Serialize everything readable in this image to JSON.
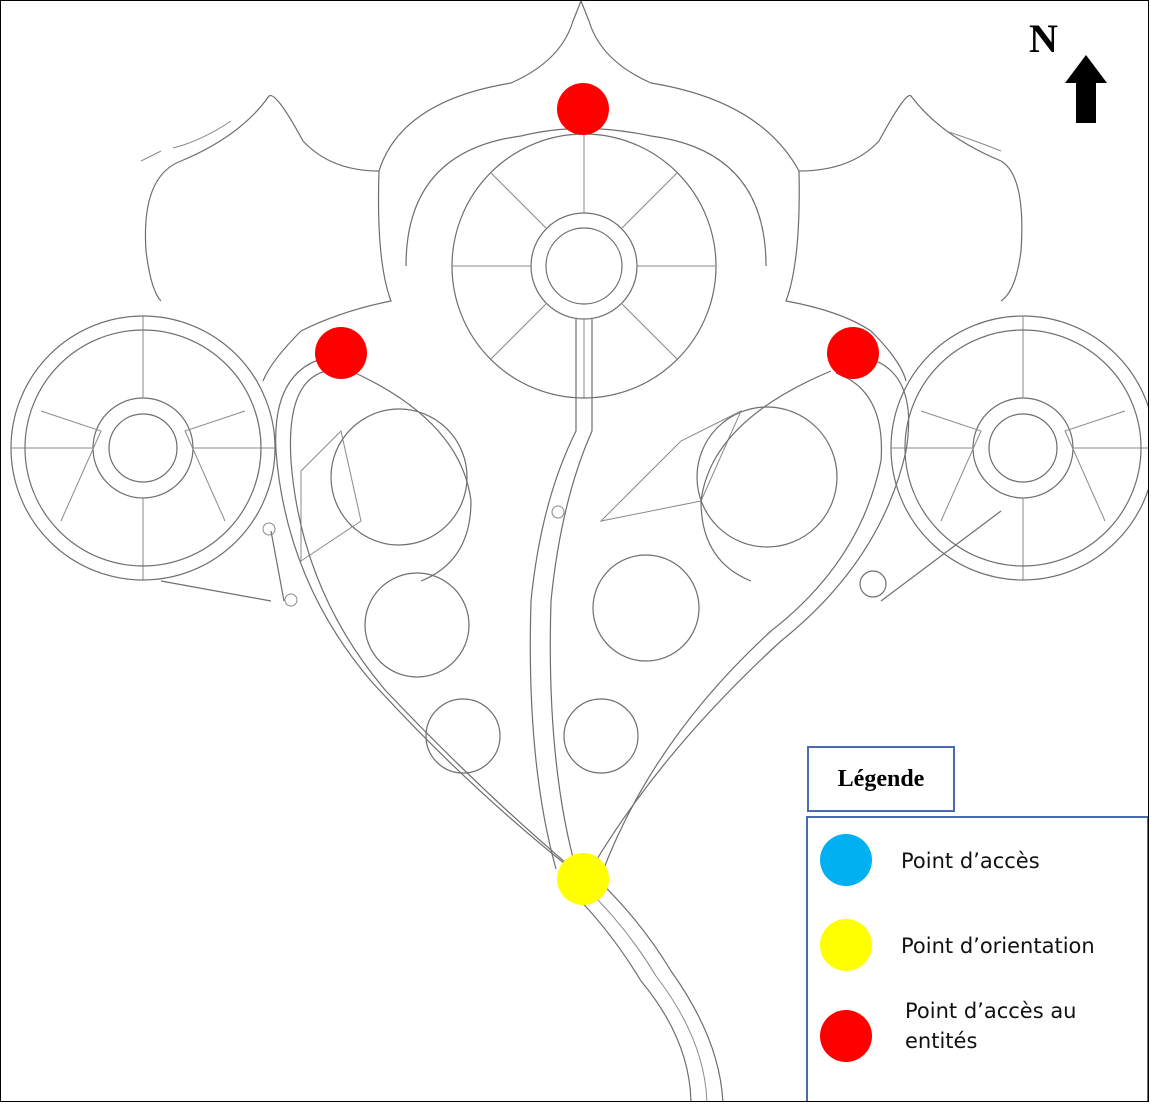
{
  "map": {
    "north_label": "N",
    "colors": {
      "access_point": "#00b0f0",
      "orientation_point": "#ffff00",
      "entity_access_point": "#ff0000",
      "frame": "#000000",
      "legend_border": "#4a6bb0",
      "plan_lines": "#6e6e6e"
    }
  },
  "legend": {
    "title": "Légende",
    "items": [
      {
        "label": "Point d’accès",
        "color": "#00b0f0"
      },
      {
        "label": "Point d’orientation",
        "color": "#ffff00"
      },
      {
        "label_line1": "Point d’accès au",
        "label_line2": "entités",
        "color": "#ff0000"
      }
    ]
  },
  "icons": {
    "north_arrow": "arrow-up-icon"
  }
}
